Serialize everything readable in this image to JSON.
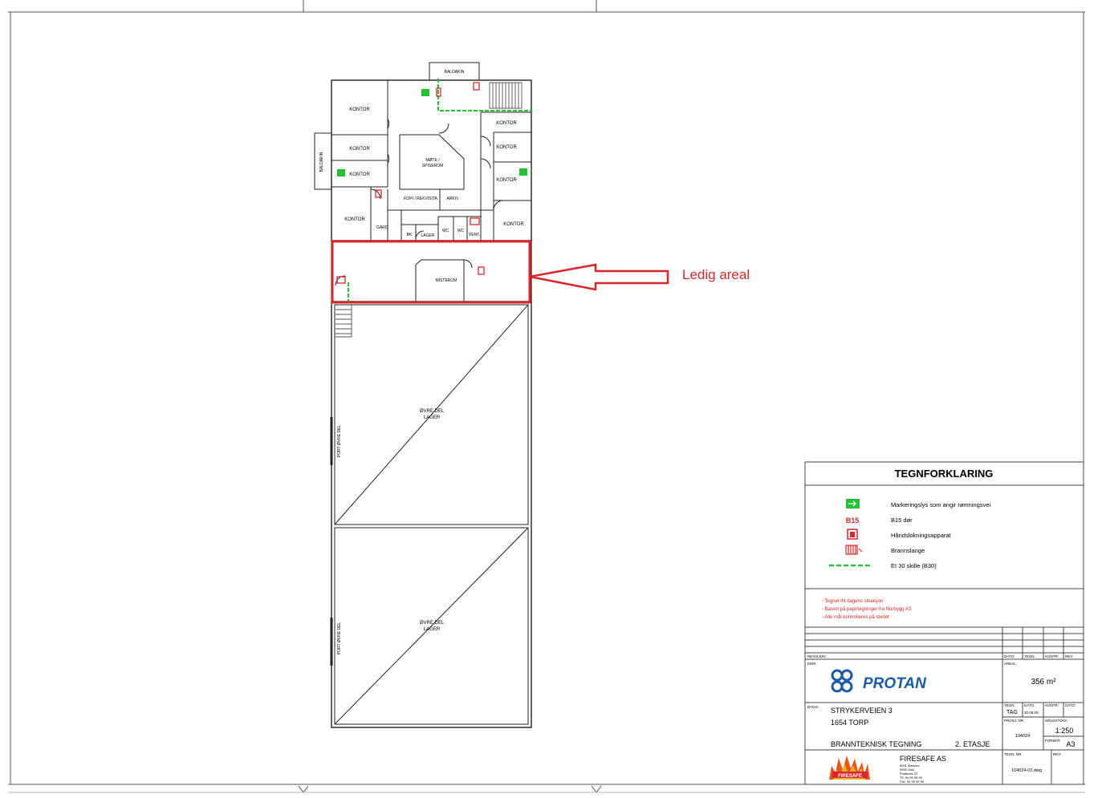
{
  "callout": {
    "label": "Ledig areal"
  },
  "plan": {
    "rooms": {
      "baldakin_top": "BALDAKIN",
      "baldakin_left": "BALDAKIN",
      "kontor": "KONTOR",
      "mote_1": "MØTE /",
      "mote_2": "SPISEROM",
      "kopi": "KOPI / REKVISITA",
      "arkiv": "ARKIV",
      "gard": "GARD.",
      "bk": "BK",
      "lager_small": "LAGER",
      "wc": "WC",
      "vent": "VENT.",
      "misterom": "MISTEROM",
      "ovre_1": "ØVRE DEL",
      "ovre_2": "LAGER",
      "port": "PORT ØVRE DEL"
    }
  },
  "legend": {
    "title": "TEGNFORKLARING",
    "items": [
      {
        "icon": "exit-sign-icon",
        "text": "Markeringslys som angir rømningsvei"
      },
      {
        "icon": "b15-text-icon",
        "symbol": "B15",
        "text": "B15 dør"
      },
      {
        "icon": "fire-extinguisher-icon",
        "text": "Håndslokningsapparat"
      },
      {
        "icon": "fire-hose-icon",
        "text": "Brannslange"
      },
      {
        "icon": "dashed-line-icon",
        "text": "EI 30 skille (B30)"
      }
    ],
    "notes": [
      "- Tegnet iht dagens situasjon",
      "- Basert på papirtegninger fra Norbygg AS",
      "- Alle mål kontrolleres på stedet"
    ],
    "colors": {
      "red": "#d9262b",
      "green": "#22c232",
      "protan_blue": "#1a5aa6"
    }
  },
  "title_block": {
    "rev_headers": {
      "revisjon": "REVISJON:",
      "dato": "DATO:",
      "tegn": "TEGN:",
      "kontr": "KONTR:",
      "rev": "REV:"
    },
    "eier_label": "EIER:",
    "areal_label": "AREAL:",
    "area": "356 m²",
    "company": "PROTAN",
    "bygg_label": "BYGG:",
    "address1": "STRYKERVEIEN 3",
    "address2": "1654 TORP",
    "drawing": "BRANNTEKNISK TEGNING",
    "floor": "2. ETASJE",
    "tegn_label": "TEGN:",
    "tegn": "TAG",
    "dato_label": "DATO:",
    "dato": "20.06.09",
    "kontr_label": "KONTR:",
    "dato2_label": "DATO:",
    "prosj_label": "PROSJ. NR:",
    "prosj": "104024",
    "malestokk_label": "MÅLESTOKK:",
    "scale": "1:250",
    "format_label": "FORMAT:",
    "format": "A3",
    "tegn_nr_label": "TEGN. NR:",
    "tegn_nr": "104024-02.dwg",
    "rev_label": "REV:",
    "firesafe": "FIRESAFE AS",
    "firesafe_lines": [
      "6001 Ålesund",
      "0000 Oslo",
      "Postboks 22",
      "Tlf: 99 99 99 99",
      "Fax: 99 99 99 99"
    ],
    "firesafe_logo_text": "FIRESAFE"
  }
}
